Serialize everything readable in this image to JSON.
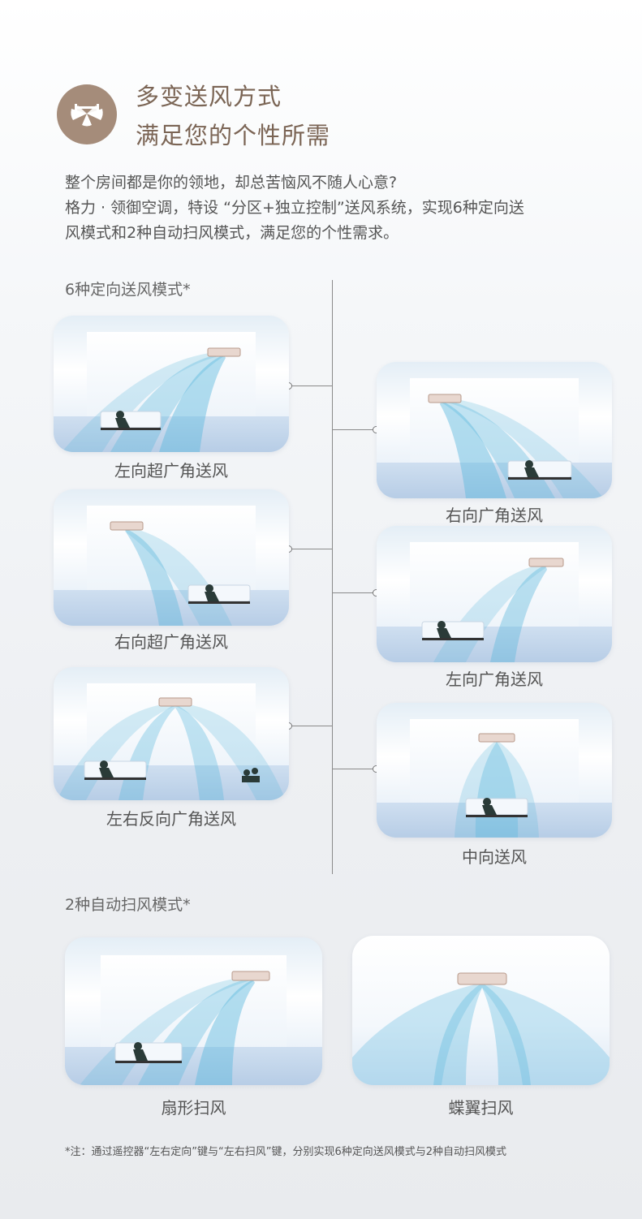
{
  "header": {
    "title_line1": "多变送风方式",
    "title_line2": "满足您的个性所需",
    "icon": "fan-blades-icon",
    "icon_color": "#a58c7a"
  },
  "intro": {
    "line1": "整个房间都是你的领地，却总苦恼风不随人心意?",
    "line2": "格力 · 领御空调，特设 “分区+独立控制”送风系统，实现6种定向送",
    "line3": "风模式和2种自动扫风模式，满足您的个性需求。"
  },
  "directional": {
    "label": "6种定向送风模式*",
    "modes": [
      {
        "caption": "左向超广角送风"
      },
      {
        "caption": "右向广角送风"
      },
      {
        "caption": "右向超广角送风"
      },
      {
        "caption": "左向广角送风"
      },
      {
        "caption": "左右反向广角送风"
      },
      {
        "caption": "中向送风"
      }
    ]
  },
  "sweep": {
    "label": "2种自动扫风模式*",
    "modes": [
      {
        "caption": "扇形扫风"
      },
      {
        "caption": "蝶翼扫风"
      }
    ]
  },
  "footnote": "*注：通过遥控器“左右定向”键与“左右扫风”键，分别实现6种定向送风模式与2种自动扫风模式",
  "colors": {
    "airflow": "#5ab7dd",
    "title": "#7b6555"
  }
}
